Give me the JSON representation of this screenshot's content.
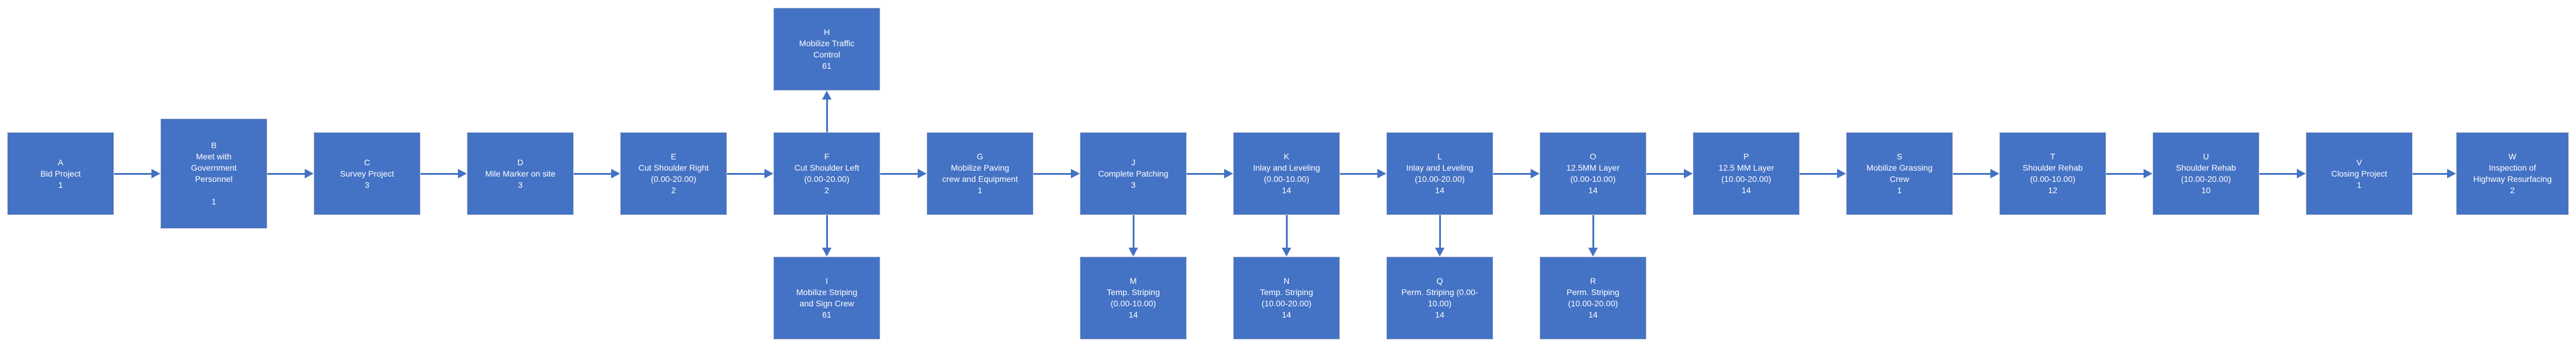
{
  "page": {
    "background_color": "#ffffff"
  },
  "diagram": {
    "type": "activity-network-flowchart",
    "node_fill_color": "#4472c4",
    "node_border_color": "#c9cdd6",
    "node_text_color": "#ffffff",
    "arrow_color": "#4472c4",
    "nodes": [
      {
        "id": "A",
        "lines": [
          "A",
          "Bid Project",
          "1"
        ]
      },
      {
        "id": "B",
        "lines": [
          "B",
          "Meet with",
          "Government",
          "Personnel",
          "",
          "1"
        ]
      },
      {
        "id": "C",
        "lines": [
          "C",
          "Survey Project",
          "3"
        ]
      },
      {
        "id": "D",
        "lines": [
          "D",
          "Mile Marker on site",
          "3"
        ]
      },
      {
        "id": "E",
        "lines": [
          "E",
          "Cut Shoulder Right",
          "(0.00-20.00)",
          "2"
        ]
      },
      {
        "id": "F",
        "lines": [
          "F",
          "Cut Shoulder Left",
          "(0.00-20.00)",
          "2"
        ]
      },
      {
        "id": "G",
        "lines": [
          "G",
          "Mobilize Paving",
          "crew and Equipment",
          "1"
        ]
      },
      {
        "id": "H",
        "lines": [
          "H",
          "Mobilize Traffic",
          "Control",
          "61"
        ]
      },
      {
        "id": "I",
        "lines": [
          "I",
          "Mobilize Striping",
          "and Sign Crew",
          "61"
        ]
      },
      {
        "id": "J",
        "lines": [
          "J",
          "Complete Patching",
          "3"
        ]
      },
      {
        "id": "K",
        "lines": [
          "K",
          "Inlay and Leveling",
          "(0.00-10.00)",
          "14"
        ]
      },
      {
        "id": "L",
        "lines": [
          "L",
          "Inlay and Leveling",
          "(10.00-20.00)",
          "14"
        ]
      },
      {
        "id": "M",
        "lines": [
          "M",
          "Temp. Striping",
          "(0.00-10.00)",
          "14"
        ]
      },
      {
        "id": "N",
        "lines": [
          "N",
          "Temp. Striping",
          "(10.00-20.00)",
          "14"
        ]
      },
      {
        "id": "O",
        "lines": [
          "O",
          "12.5MM Layer",
          "(0.00-10.00)",
          "14"
        ]
      },
      {
        "id": "P",
        "lines": [
          "P",
          "12.5 MM Layer",
          "(10.00-20.00)",
          "14"
        ]
      },
      {
        "id": "Q",
        "lines": [
          "Q",
          "Perm. Striping (0.00-",
          "10.00)",
          "14"
        ]
      },
      {
        "id": "R",
        "lines": [
          "R",
          "Perm. Striping",
          "(10.00-20.00)",
          "14"
        ]
      },
      {
        "id": "S",
        "lines": [
          "S",
          "Mobilize Grassing",
          "Crew",
          "1"
        ]
      },
      {
        "id": "T",
        "lines": [
          "T",
          "Shoulder Rehab",
          "(0.00-10.00)",
          "12"
        ]
      },
      {
        "id": "U",
        "lines": [
          "U",
          "Shoulder Rehab",
          "(10.00-20.00)",
          "10"
        ]
      },
      {
        "id": "V",
        "lines": [
          "V",
          "Closing Project",
          "1"
        ]
      },
      {
        "id": "W",
        "lines": [
          "W",
          "Inspection of",
          "Highway Resurfacing",
          "2"
        ]
      }
    ],
    "edges": [
      {
        "from": "A",
        "to": "B",
        "dir": "right"
      },
      {
        "from": "B",
        "to": "C",
        "dir": "right"
      },
      {
        "from": "C",
        "to": "D",
        "dir": "right"
      },
      {
        "from": "D",
        "to": "E",
        "dir": "right"
      },
      {
        "from": "E",
        "to": "F",
        "dir": "right"
      },
      {
        "from": "F",
        "to": "G",
        "dir": "right"
      },
      {
        "from": "G",
        "to": "J",
        "dir": "right"
      },
      {
        "from": "J",
        "to": "K",
        "dir": "right"
      },
      {
        "from": "K",
        "to": "L",
        "dir": "right"
      },
      {
        "from": "L",
        "to": "O",
        "dir": "right"
      },
      {
        "from": "O",
        "to": "P",
        "dir": "right"
      },
      {
        "from": "P",
        "to": "S",
        "dir": "right"
      },
      {
        "from": "S",
        "to": "T",
        "dir": "right"
      },
      {
        "from": "T",
        "to": "U",
        "dir": "right"
      },
      {
        "from": "U",
        "to": "V",
        "dir": "right"
      },
      {
        "from": "V",
        "to": "W",
        "dir": "right"
      },
      {
        "from": "F",
        "to": "H",
        "dir": "up"
      },
      {
        "from": "F",
        "to": "I",
        "dir": "down"
      },
      {
        "from": "J",
        "to": "M",
        "dir": "down"
      },
      {
        "from": "K",
        "to": "N",
        "dir": "down"
      },
      {
        "from": "L",
        "to": "Q",
        "dir": "down"
      },
      {
        "from": "O",
        "to": "R",
        "dir": "down"
      }
    ]
  }
}
